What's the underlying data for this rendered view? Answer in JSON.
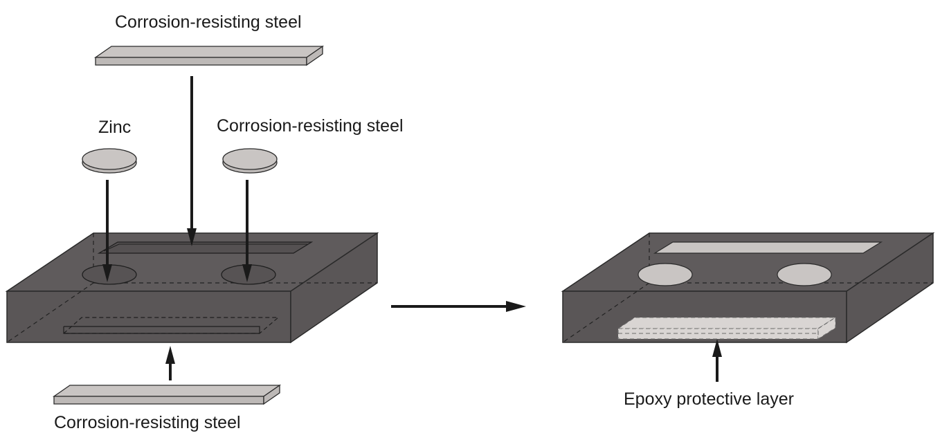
{
  "labels": {
    "top_steel": "Corrosion-resisting steel",
    "zinc": "Zinc",
    "right_steel": "Corrosion-resisting steel",
    "bottom_steel": "Corrosion-resisting steel",
    "epoxy": "Epoxy protective layer"
  },
  "colors": {
    "block_top": "#5f5b5c",
    "block_front": "#5a5657",
    "block_side": "#5a5657",
    "metal": "#c9c5c3",
    "metal_dark": "#bdb9b7",
    "epoxy": "#d9d5d3",
    "arrow": "#1a1a1a",
    "outline": "#2a2a2a"
  }
}
